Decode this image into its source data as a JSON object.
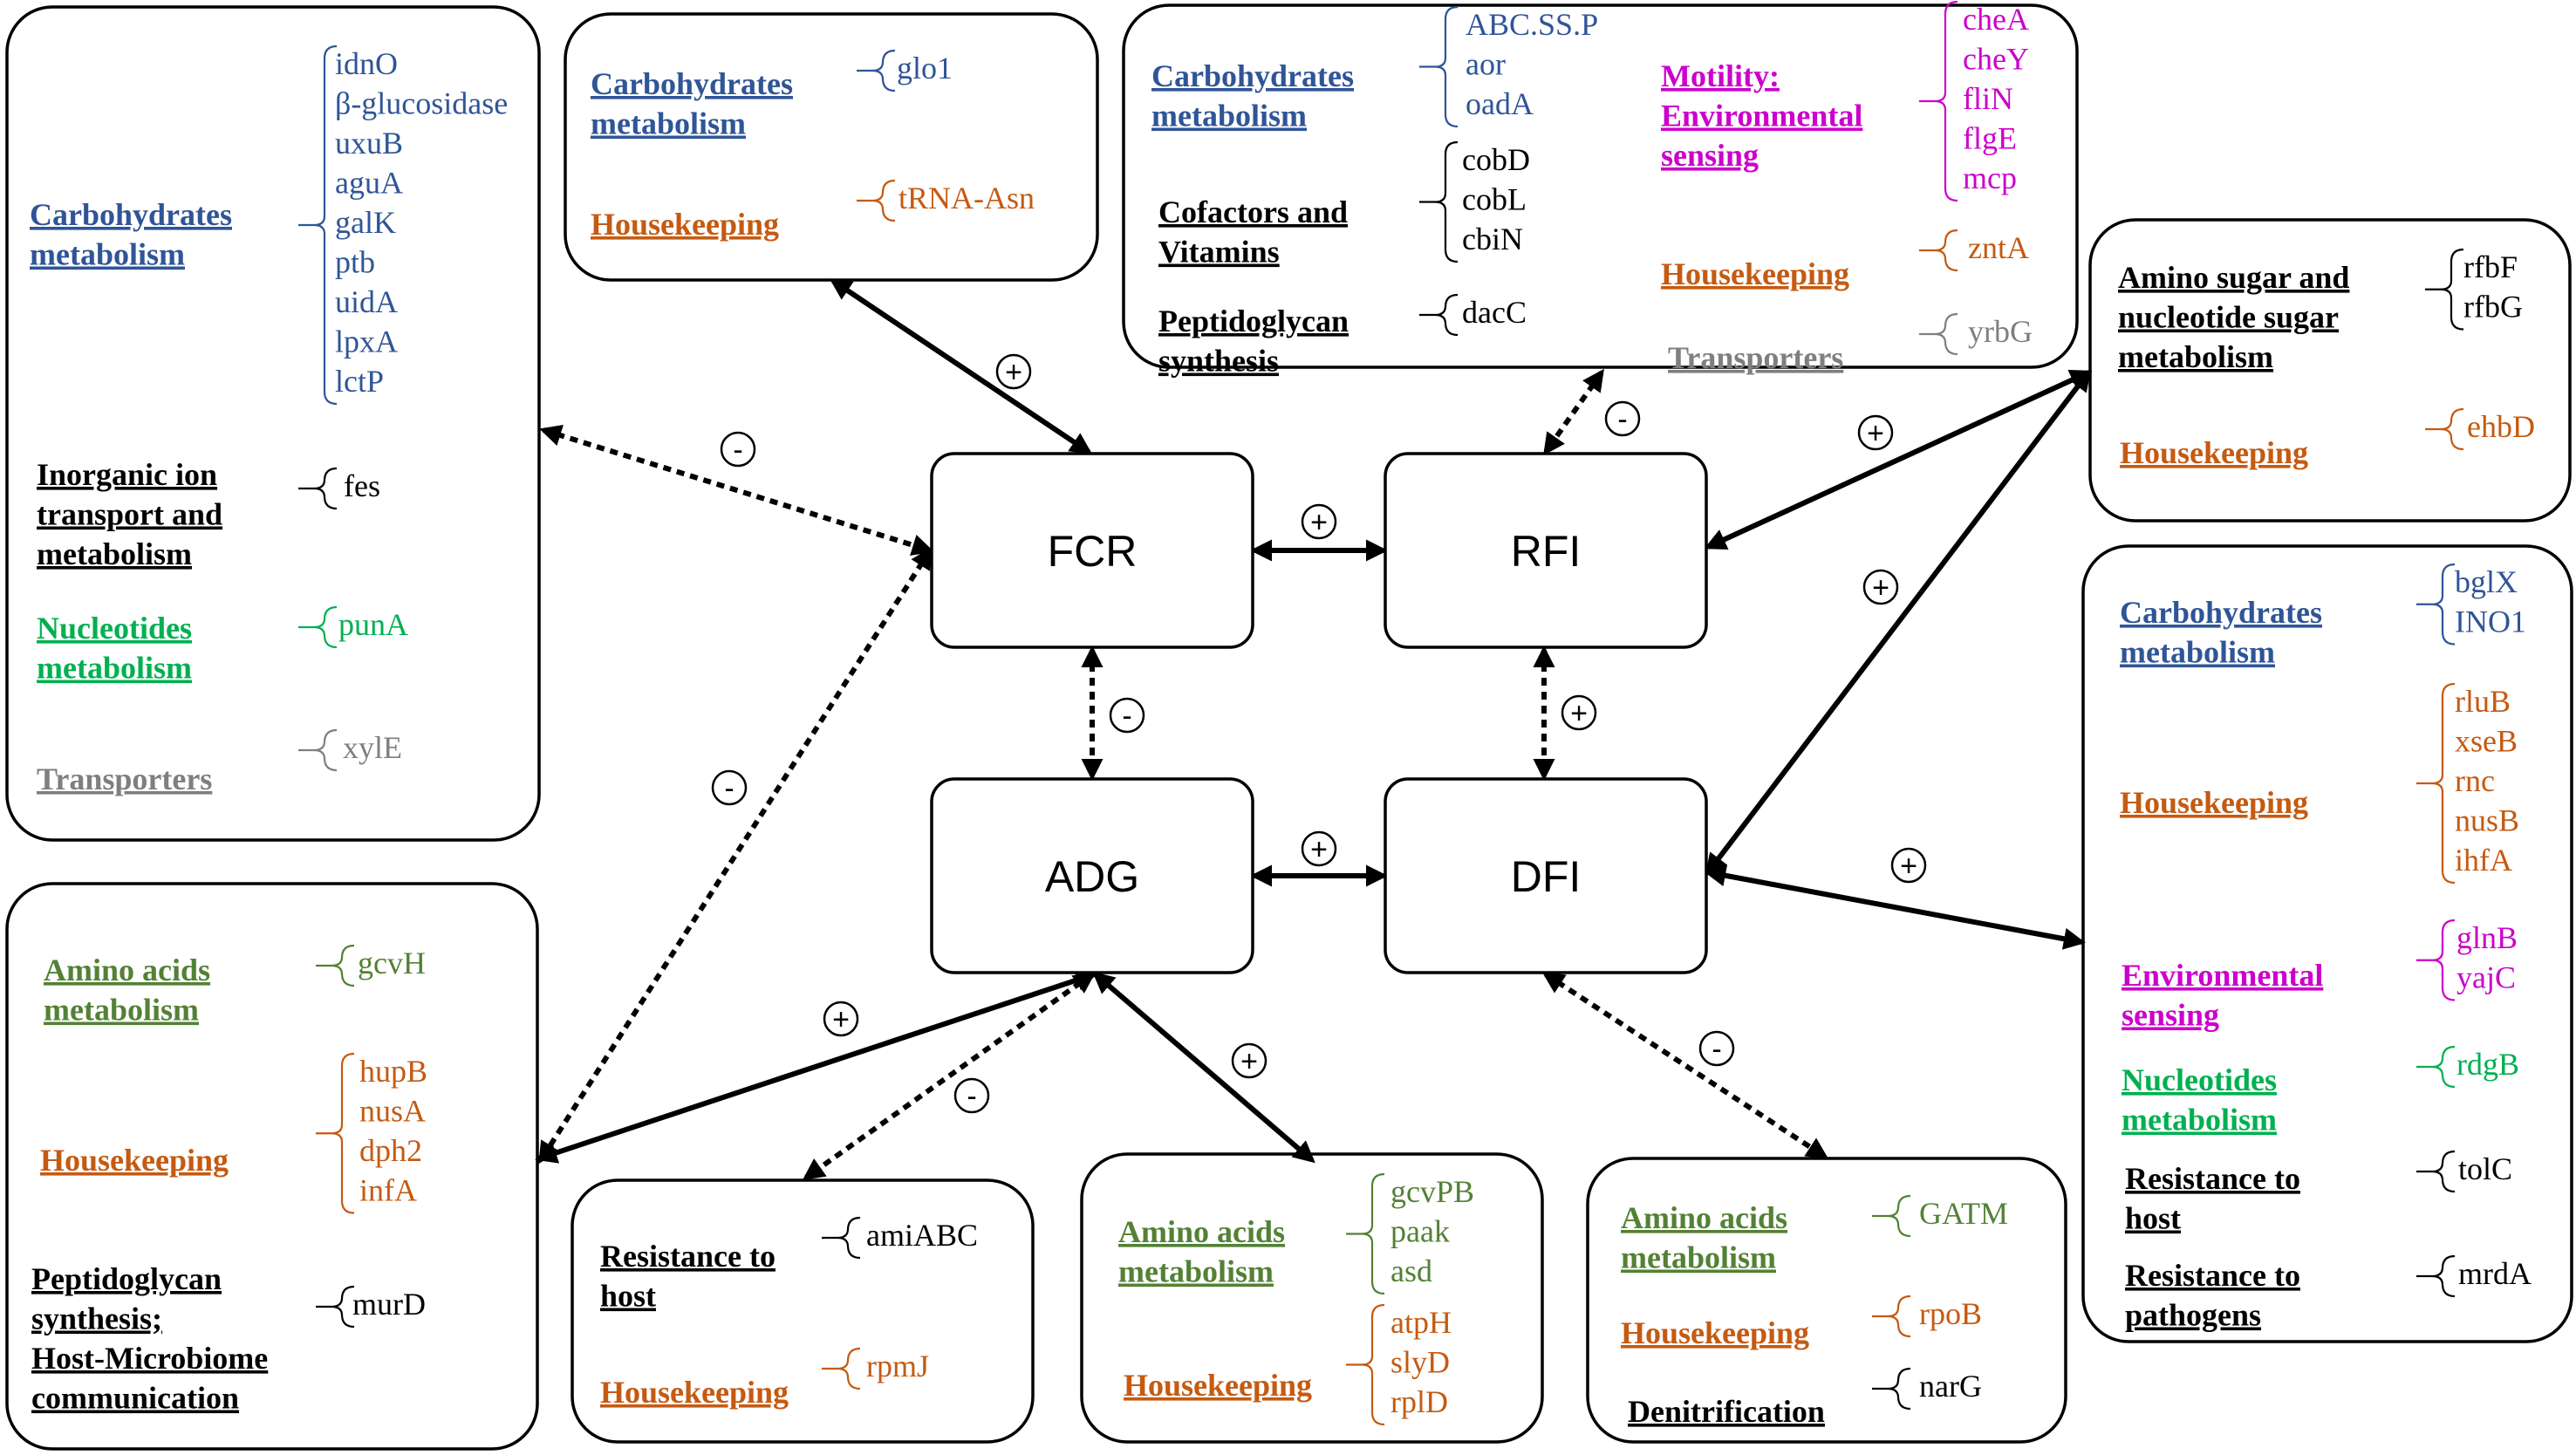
{
  "colors": {
    "blue": "#2F5597",
    "orange": "#C55A11",
    "magenta": "#CC00CC",
    "green": "#00B050",
    "olive": "#538135",
    "gray": "#7F7F7F",
    "black": "#000000"
  },
  "nodes": {
    "fcr": "FCR",
    "rfi": "RFI",
    "adg": "ADG",
    "dfi": "DFI"
  },
  "signs": {
    "fcr_rfi": "+",
    "adg_dfi": "+",
    "fcr_adg": "-",
    "rfi_dfi": "+",
    "fcr_left": "-",
    "fcr_top": "+",
    "fcr_bottomleft": "-",
    "rfi_top": "-",
    "rfi_right": "+",
    "dfi_rightupper": "+",
    "dfi_right": "+",
    "dfi_bottom": "-",
    "adg_left": "+",
    "adg_bottommid": "-",
    "adg_bottomright": "+"
  },
  "groups": {
    "b1": [
      {
        "label": [
          "Carbohydrates",
          "metabolism"
        ],
        "color": "blue",
        "genes": [
          "idnO",
          "β-glucosidase",
          "uxuB",
          "aguA",
          "galK",
          "ptb",
          "uidA",
          "lpxA",
          "lctP"
        ]
      },
      {
        "label": [
          "Inorganic ion",
          "transport and",
          "metabolism"
        ],
        "color": "black",
        "genes": [
          "fes"
        ]
      },
      {
        "label": [
          "Nucleotides",
          "metabolism"
        ],
        "color": "green",
        "genes": [
          "punA"
        ]
      },
      {
        "label": [
          "Transporters"
        ],
        "color": "gray",
        "genes": [
          "xylE"
        ]
      }
    ],
    "b2": [
      {
        "label": [
          "Carbohydrates",
          "metabolism"
        ],
        "color": "blue",
        "genes": [
          "glo1"
        ]
      },
      {
        "label": [
          "Housekeeping"
        ],
        "color": "orange",
        "genes": [
          "tRNA-Asn"
        ]
      }
    ],
    "b3": [
      {
        "label": [
          "Carbohydrates",
          "metabolism"
        ],
        "color": "blue",
        "genes": [
          "ABC.SS.P",
          "aor",
          "oadA"
        ]
      },
      {
        "label": [
          "Cofactors and",
          "Vitamins"
        ],
        "color": "black",
        "genes": [
          "cobD",
          "cobL",
          "cbiN"
        ]
      },
      {
        "label": [
          "Peptidoglycan",
          "synthesis"
        ],
        "color": "black",
        "genes": [
          "dacC"
        ]
      },
      {
        "label": [
          "Motility:",
          "Environmental",
          "sensing"
        ],
        "color": "magenta",
        "genes": [
          "cheA",
          "cheY",
          "fliN",
          "flgE",
          "mcp"
        ]
      },
      {
        "label": [
          "Housekeeping"
        ],
        "color": "orange",
        "genes": [
          "zntA"
        ]
      },
      {
        "label": [
          "Transporters"
        ],
        "color": "gray",
        "genes": [
          "yrbG"
        ]
      }
    ],
    "b4": [
      {
        "label": [
          "Amino sugar and",
          "nucleotide sugar",
          "metabolism"
        ],
        "color": "black",
        "genes": [
          "rfbF",
          "rfbG"
        ]
      },
      {
        "label": [
          "Housekeeping"
        ],
        "color": "orange",
        "genes": [
          "ehbD"
        ]
      }
    ],
    "b5": [
      {
        "label": [
          "Carbohydrates",
          "metabolism"
        ],
        "color": "blue",
        "genes": [
          "bglX",
          "INO1"
        ]
      },
      {
        "label": [
          "Housekeeping"
        ],
        "color": "orange",
        "genes": [
          "rluB",
          "xseB",
          "rnc",
          "nusB",
          "ihfA"
        ]
      },
      {
        "label": [
          "Environmental",
          "sensing"
        ],
        "color": "magenta",
        "genes": [
          "glnB",
          "yajC"
        ]
      },
      {
        "label": [
          "Nucleotides",
          "metabolism"
        ],
        "color": "green",
        "genes": [
          "rdgB"
        ]
      },
      {
        "label": [
          "Resistance to",
          "host"
        ],
        "color": "black",
        "genes": [
          "tolC"
        ]
      },
      {
        "label": [
          "Resistance to",
          "pathogens"
        ],
        "color": "black",
        "genes": [
          "mrdA"
        ]
      }
    ],
    "b6": [
      {
        "label": [
          "Amino acids",
          "metabolism"
        ],
        "color": "olive",
        "genes": [
          "gcvH"
        ]
      },
      {
        "label": [
          "Housekeeping"
        ],
        "color": "orange",
        "genes": [
          "hupB",
          "nusA",
          "dph2",
          "infA"
        ]
      },
      {
        "label": [
          "Peptidoglycan",
          "synthesis;",
          "Host-Microbiome",
          "communication"
        ],
        "color": "black",
        "genes": [
          "murD"
        ]
      }
    ],
    "b7": [
      {
        "label": [
          "Resistance to",
          "host"
        ],
        "color": "black",
        "genes": [
          "amiABC"
        ]
      },
      {
        "label": [
          "Housekeeping"
        ],
        "color": "orange",
        "genes": [
          "rpmJ"
        ]
      }
    ],
    "b8": [
      {
        "label": [
          "Amino acids",
          "metabolism"
        ],
        "color": "olive",
        "genes": [
          "gcvPB",
          "paak",
          "asd"
        ]
      },
      {
        "label": [
          "Housekeeping"
        ],
        "color": "orange",
        "genes": [
          "atpH",
          "slyD",
          "rplD"
        ]
      }
    ],
    "b9": [
      {
        "label": [
          "Amino acids",
          "metabolism"
        ],
        "color": "olive",
        "genes": [
          "GATM"
        ]
      },
      {
        "label": [
          "Housekeeping"
        ],
        "color": "orange",
        "genes": [
          "rpoB"
        ]
      },
      {
        "label": [
          "Denitrification"
        ],
        "color": "black",
        "genes": [
          "narG"
        ]
      }
    ]
  }
}
